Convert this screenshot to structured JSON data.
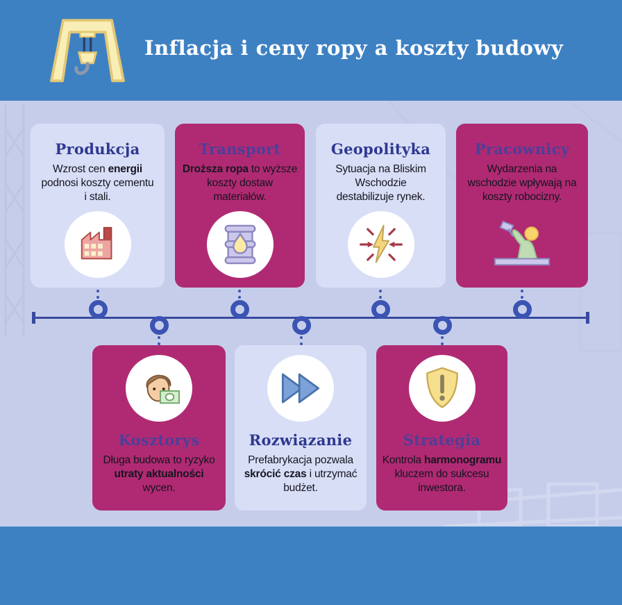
{
  "colors": {
    "band_blue": "#3e81c3",
    "background": "#c5cdea",
    "card_light": "#d9def7",
    "card_magenta": "#b02a73",
    "title_on_light": "#2d3890",
    "title_on_magenta": "#4c3f99",
    "timeline": "#3b54b3"
  },
  "header": {
    "title": "Inflacja i ceny ropy a koszty budowy",
    "icon": "crane-icon"
  },
  "cards_top": [
    {
      "title": "Produkcja",
      "icon": "factory-icon",
      "variant": "light",
      "segments": [
        {
          "text": "Wzrost cen ",
          "bold": false
        },
        {
          "text": "energii",
          "bold": true
        },
        {
          "text": " podnosi koszty cementu i stali.",
          "bold": false
        }
      ]
    },
    {
      "title": "Transport",
      "icon": "oil-barrel-icon",
      "variant": "magenta",
      "segments": [
        {
          "text": "Droższa ropa",
          "bold": true
        },
        {
          "text": " to wyższe koszty dostaw materiałów.",
          "bold": false
        }
      ]
    },
    {
      "title": "Geopolityka",
      "icon": "conflict-lightning-icon",
      "variant": "light",
      "segments": [
        {
          "text": "Sytuacja na Bliskim Wschodzie destabilizuje rynek.",
          "bold": false
        }
      ]
    },
    {
      "title": "Pracownicy",
      "icon": "worker-hammer-icon",
      "variant": "magenta",
      "segments": [
        {
          "text": "Wydarzenia na wschodzie wpływają na koszty robocizny.",
          "bold": false
        }
      ]
    }
  ],
  "cards_bottom": [
    {
      "title": "Kosztorys",
      "icon": "estimator-money-icon",
      "variant": "magenta",
      "segments": [
        {
          "text": "Długa budowa to ryzyko ",
          "bold": false
        },
        {
          "text": "utraty aktualności",
          "bold": true
        },
        {
          "text": " wycen.",
          "bold": false
        }
      ]
    },
    {
      "title": "Rozwiązanie",
      "icon": "fast-forward-icon",
      "variant": "light",
      "segments": [
        {
          "text": "Prefabrykacja pozwala ",
          "bold": false
        },
        {
          "text": "skrócić czas",
          "bold": true
        },
        {
          "text": " i utrzymać budżet.",
          "bold": false
        }
      ]
    },
    {
      "title": "Strategia",
      "icon": "shield-alert-icon",
      "variant": "magenta",
      "segments": [
        {
          "text": "Kontrola ",
          "bold": false
        },
        {
          "text": "harmonogramu",
          "bold": true
        },
        {
          "text": " kluczem do sukcesu inwestora.",
          "bold": false
        }
      ]
    }
  ]
}
